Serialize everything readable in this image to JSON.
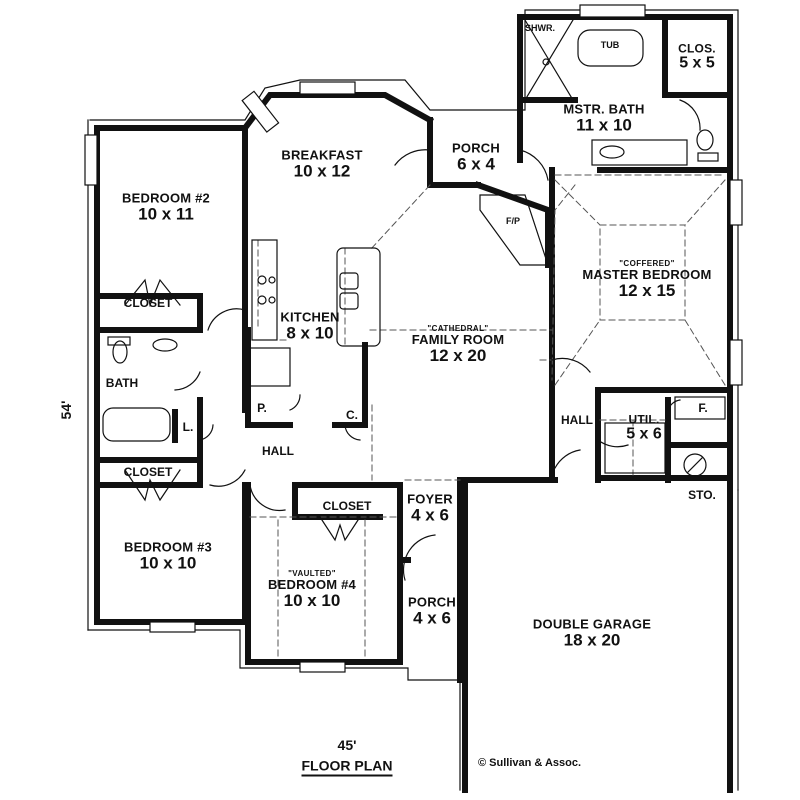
{
  "plan": {
    "title": "FLOOR PLAN",
    "width_dimension": "45'",
    "depth_dimension": "54'",
    "copyright": "© Sullivan & Assoc."
  },
  "rooms": {
    "mstr_bath": {
      "name": "MSTR. BATH",
      "dim": "11 x 10"
    },
    "clos": {
      "name": "CLOS.",
      "dim": "5 x 5"
    },
    "shwr": {
      "name": "SHWR."
    },
    "tub": {
      "name": "TUB"
    },
    "porch_rear": {
      "name": "PORCH",
      "dim": "6 x 4"
    },
    "breakfast": {
      "name": "BREAKFAST",
      "dim": "10 x 12"
    },
    "bedroom2": {
      "name": "BEDROOM #2",
      "dim": "10 x 11"
    },
    "closet_b2": {
      "name": "CLOSET"
    },
    "kitchen": {
      "name": "KITCHEN",
      "dim": "8 x 10"
    },
    "bath": {
      "name": "BATH"
    },
    "linen": {
      "name": "L."
    },
    "pantry": {
      "name": "P."
    },
    "coat": {
      "name": "C."
    },
    "hall_main": {
      "name": "HALL"
    },
    "closet_b3": {
      "name": "CLOSET"
    },
    "fireplace": {
      "name": "F/P"
    },
    "family_room": {
      "note": "\"CATHEDRAL\"",
      "name": "FAMILY ROOM",
      "dim": "12 x 20"
    },
    "master_bedroom": {
      "note": "\"COFFERED\"",
      "name": "MASTER BEDROOM",
      "dim": "12 x 15"
    },
    "hall_master": {
      "name": "HALL"
    },
    "util": {
      "name": "UTIL.",
      "dim": "5 x 6"
    },
    "furnace": {
      "name": "F."
    },
    "storage": {
      "name": "STO."
    },
    "bedroom3": {
      "name": "BEDROOM #3",
      "dim": "10 x 10"
    },
    "closet_b4": {
      "name": "CLOSET"
    },
    "bedroom4": {
      "note": "\"VAULTED\"",
      "name": "BEDROOM #4",
      "dim": "10 x 10"
    },
    "foyer": {
      "name": "FOYER",
      "dim": "4 x 6"
    },
    "porch_front": {
      "name": "PORCH",
      "dim": "4 x 6"
    },
    "garage": {
      "name": "DOUBLE GARAGE",
      "dim": "18 x 20"
    }
  },
  "colors": {
    "wall": "#111111",
    "background": "#ffffff",
    "dashed": "#555555"
  }
}
